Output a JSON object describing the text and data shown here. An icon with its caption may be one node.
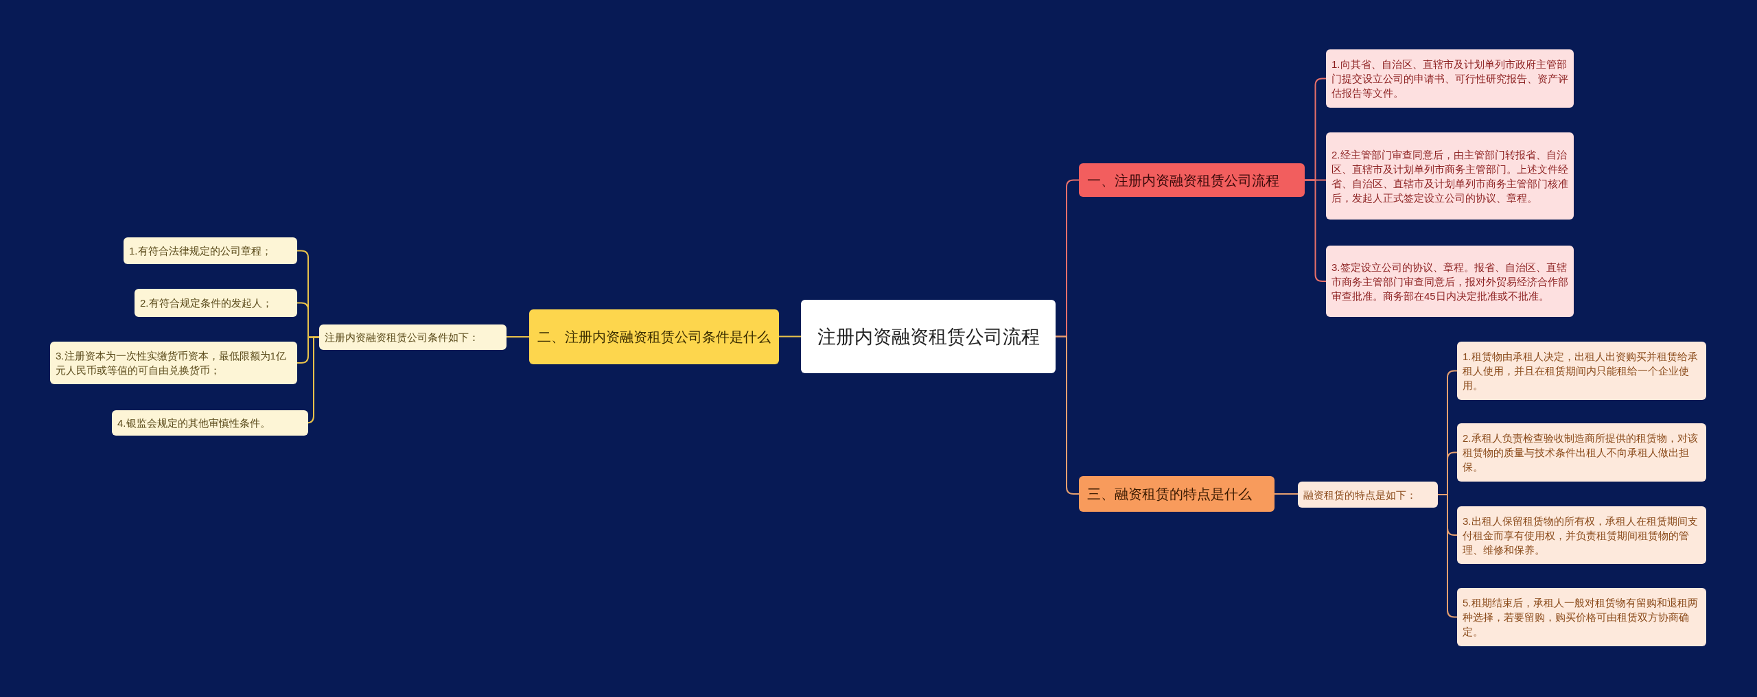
{
  "diagram": {
    "nodes": [
      {
        "text": [
          "注册内资融资租赁公司流程"
        ]
      },
      {
        "text": [
          "一、注册内资融资租赁公司流程"
        ]
      },
      {
        "text": [
          "1.向其省、自治区、直辖市及计划单列市政府主管部门提交设立公司的申请书、可行性研究报告、资产评估报告等文件。"
        ]
      },
      {
        "text": [
          "2.经主管部门审查同意后，由主管部门转报省、自治区、直辖市及计划单列市商务主管部门。上述文件经省、自治区、直辖市及计划单列市商务主管部门核准后，发起人正式签定设立公司的协议、章程。"
        ]
      },
      {
        "text": [
          "3.签定设立公司的协议、章程。报省、自治区、直辖市商务主管部门审查同意后，报对外贸易经济合作部审查批准。商务部在45日内决定批准或不批准。"
        ]
      },
      {
        "text": [
          "二、注册内资融资租赁公司条件是什么"
        ]
      },
      {
        "text": [
          "注册内资融资租赁公司条件如下："
        ]
      },
      {
        "text": [
          "1.有符合法律规定的公司章程；"
        ]
      },
      {
        "text": [
          "2.有符合规定条件的发起人；"
        ]
      },
      {
        "text": [
          "3.注册资本为一次性实缴货币资本，最低限额为1亿元人民币或等值的可自由兑换货币；"
        ]
      },
      {
        "text": [
          "4.银监会规定的其他审慎性条件。"
        ]
      },
      {
        "text": [
          "三、融资租赁的特点是什么"
        ]
      },
      {
        "text": [
          "融资租赁的特点是如下："
        ]
      },
      {
        "text": [
          "1.租赁物由承租人决定，出租人出资购买并租赁给承租人使用，并且在租赁期间内只能租给一个企业使用。"
        ]
      },
      {
        "text": [
          "2.承租人负责检查验收制造商所提供的租赁物，对该租赁物的质量与技术条件出租人不向承租人做出担保。"
        ]
      },
      {
        "text": [
          "3.出租人保留租赁物的所有权，承租人在租赁期间支付租金而享有使用权，并负责租赁期间租赁物的管理、维修和保养。"
        ]
      },
      {
        "text": [
          "5.租期结束后，承租人一般对租赁物有留购和退租两种选择，若要留购，购买价格可由租赁双方协商确定。"
        ]
      }
    ],
    "edges": [
      {
        "from": 0,
        "to": 1,
        "arrow": "none",
        "color": "#e8706a"
      },
      {
        "from": 1,
        "to": 2,
        "arrow": "none",
        "color": "#e8706a"
      },
      {
        "from": 1,
        "to": 3,
        "arrow": "none",
        "color": "#e8706a"
      },
      {
        "from": 1,
        "to": 4,
        "arrow": "none",
        "color": "#e8706a"
      },
      {
        "from": 0,
        "to": 5,
        "arrow": "none",
        "color": "#e8c24a"
      },
      {
        "from": 5,
        "to": 6,
        "arrow": "none",
        "color": "#e8c24a"
      },
      {
        "from": 6,
        "to": 7,
        "arrow": "none",
        "color": "#e8c24a"
      },
      {
        "from": 6,
        "to": 8,
        "arrow": "none",
        "color": "#e8c24a"
      },
      {
        "from": 6,
        "to": 9,
        "arrow": "none",
        "color": "#e8c24a"
      },
      {
        "from": 6,
        "to": 10,
        "arrow": "none",
        "color": "#e8c24a"
      },
      {
        "from": 0,
        "to": 11,
        "arrow": "none",
        "color": "#e6a070"
      },
      {
        "from": 11,
        "to": 12,
        "arrow": "none",
        "color": "#e6a070"
      },
      {
        "from": 12,
        "to": 13,
        "arrow": "none",
        "color": "#e6a070"
      },
      {
        "from": 12,
        "to": 14,
        "arrow": "none",
        "color": "#e6a070"
      },
      {
        "from": 12,
        "to": 15,
        "arrow": "none",
        "color": "#e6a070"
      },
      {
        "from": 12,
        "to": 16,
        "arrow": "none",
        "color": "#e6a070"
      }
    ]
  }
}
